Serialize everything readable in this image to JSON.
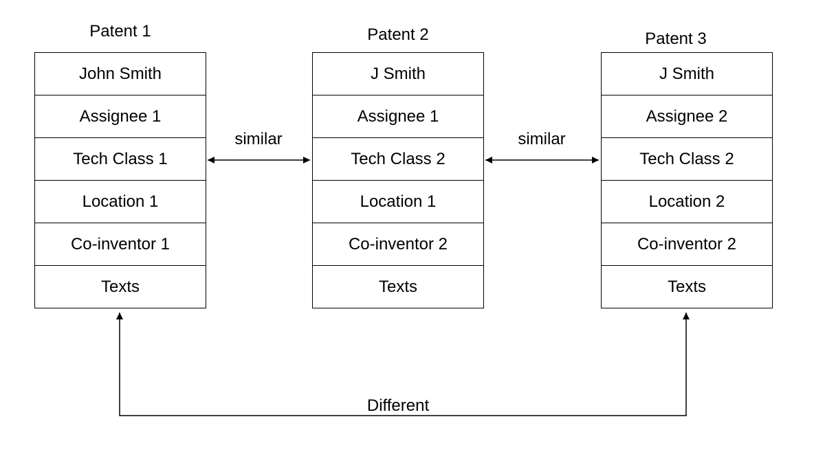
{
  "patents": [
    {
      "title": "Patent 1",
      "fields": [
        "John Smith",
        "Assignee 1",
        "Tech Class 1",
        "Location 1",
        "Co-inventor 1",
        "Texts"
      ]
    },
    {
      "title": "Patent 2",
      "fields": [
        "J Smith",
        "Assignee 1",
        "Tech Class 2",
        "Location 1",
        "Co-inventor 2",
        "Texts"
      ]
    },
    {
      "title": "Patent 3",
      "fields": [
        "J Smith",
        "Assignee 2",
        "Tech Class 2",
        "Location 2",
        "Co-inventor 2",
        "Texts"
      ]
    }
  ],
  "relations": {
    "p1_p2_label": "similar",
    "p2_p3_label": "similar",
    "p1_p3_label": "Different"
  }
}
